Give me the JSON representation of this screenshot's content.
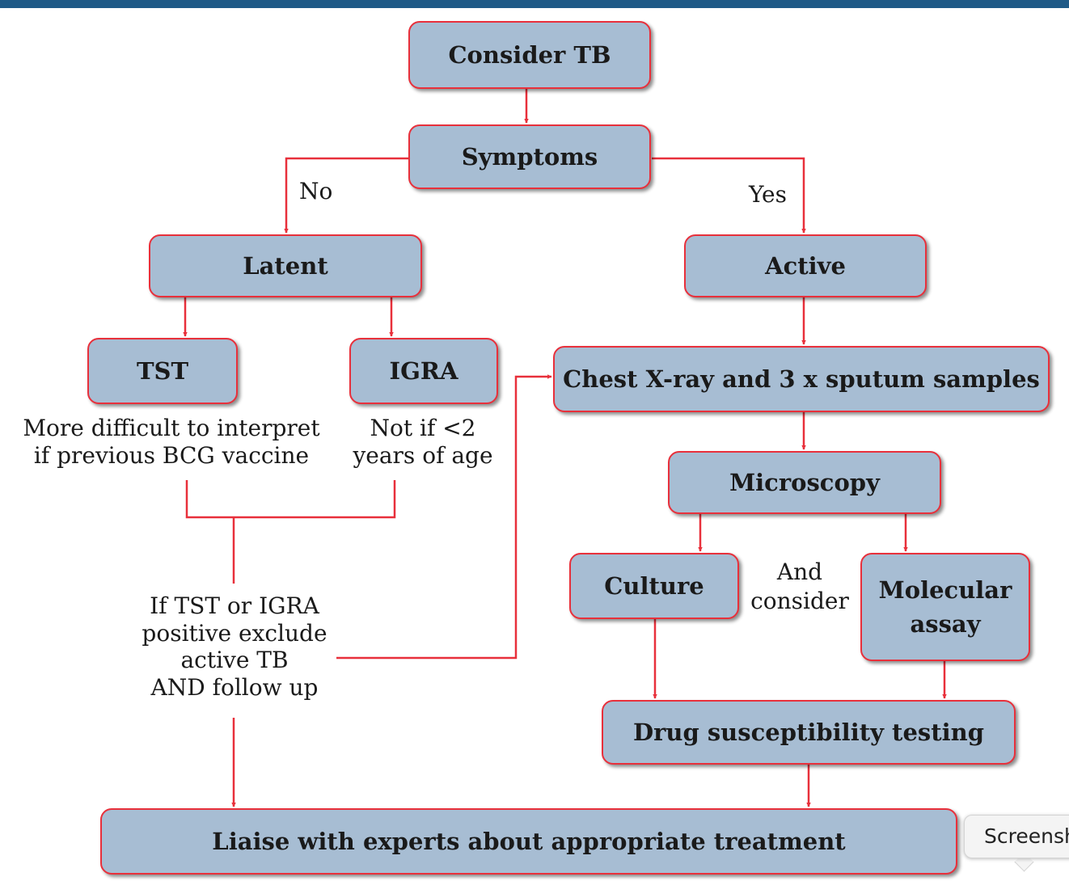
{
  "nodes": {
    "consider_tb": "Consider TB",
    "symptoms": "Symptoms",
    "latent": "Latent",
    "active": "Active",
    "tst": "TST",
    "igra": "IGRA",
    "chest_xray": "Chest X-ray and 3 x sputum samples",
    "microscopy": "Microscopy",
    "culture": "Culture",
    "molecular_assay": "Molecular assay",
    "drug_testing": "Drug susceptibility testing",
    "liaise": "Liaise with experts about appropriate treatment"
  },
  "labels": {
    "no": "No",
    "yes": "Yes",
    "tst_note_line1": "More difficult to interpret",
    "tst_note_line2": "if previous BCG vaccine",
    "igra_note_line1": "Not if <2",
    "igra_note_line2": "years of age",
    "if_positive_line1": "If TST or IGRA",
    "if_positive_line2": "positive exclude",
    "if_positive_line3": "active TB",
    "if_positive_line4": "AND follow up",
    "and_consider_line1": "And",
    "and_consider_line2": "consider"
  },
  "tooltip": {
    "text": "Screenshot"
  },
  "colors": {
    "node_fill": "#a7bdd3",
    "node_border": "#e8303b",
    "connector": "#e8303b",
    "top_bar": "#1f5a87"
  }
}
